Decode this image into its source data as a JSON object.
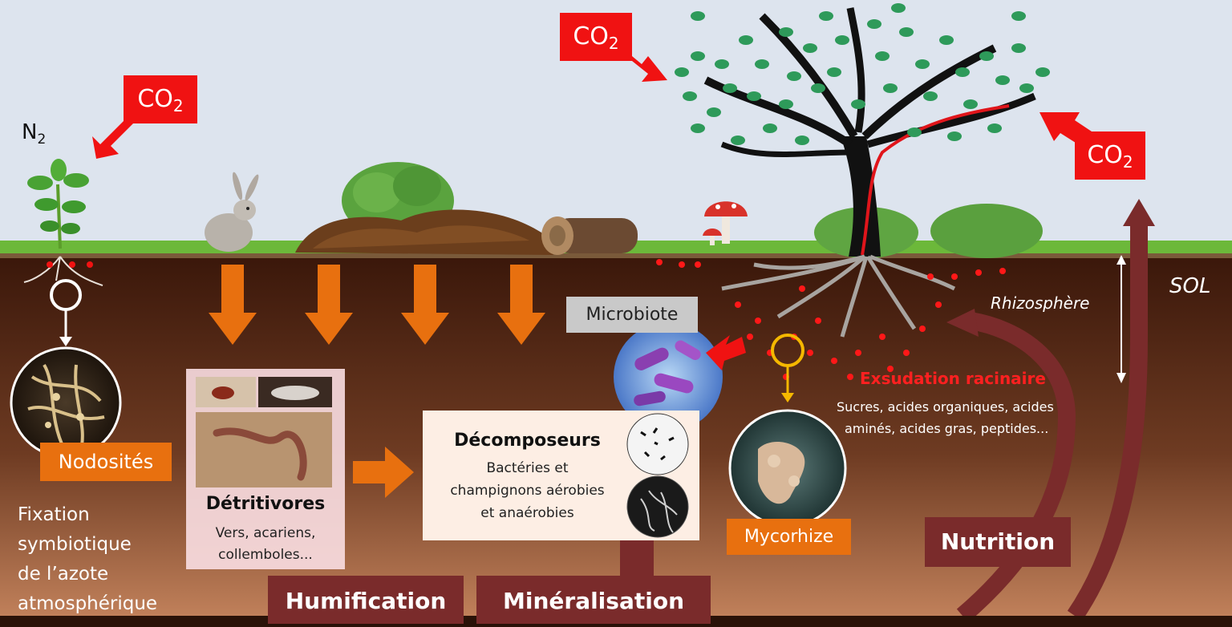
{
  "labels": {
    "co2_left": "CO",
    "co2_tree_left": "CO",
    "co2_right": "CO",
    "co2_sub": "2",
    "n2": "N",
    "n2_sub": "2",
    "sol": "SOL",
    "rhizosphere": "Rhizosphère",
    "microbiote": "Microbiote",
    "exsudation_title": "Exsudation racinaire",
    "exsudation_line1": "Sucres, acides organiques, acides",
    "exsudation_line2": "aminés, acides gras, peptides...",
    "nodosites": "Nodosités",
    "fixation_line1": "Fixation",
    "fixation_line2": "symbiotique",
    "fixation_line3": "de l’azote",
    "fixation_line4": "atmosphérique",
    "detritivores_title": "Détritivores",
    "detritivores_line1": "Vers, acariens,",
    "detritivores_line2": "collemboles...",
    "decomposeurs_title": "Décomposeurs",
    "decomposeurs_line1": "Bactéries et",
    "decomposeurs_line2": "champignons aérobies",
    "decomposeurs_line3": "et anaérobies",
    "mycorhize": "Mycorhize",
    "nutrition": "Nutrition",
    "humification": "Humification",
    "mineralisation": "Minéralisation"
  },
  "colors": {
    "sky": "#dde4ee",
    "soil_top": "#3a170a",
    "soil_bottom": "#c0805a",
    "co2_red": "#f01212",
    "orange": "#e8700f",
    "maroon": "#7a2b2b",
    "exsudation_red": "#ff2020",
    "leaf_green": "#2e9a5a"
  }
}
